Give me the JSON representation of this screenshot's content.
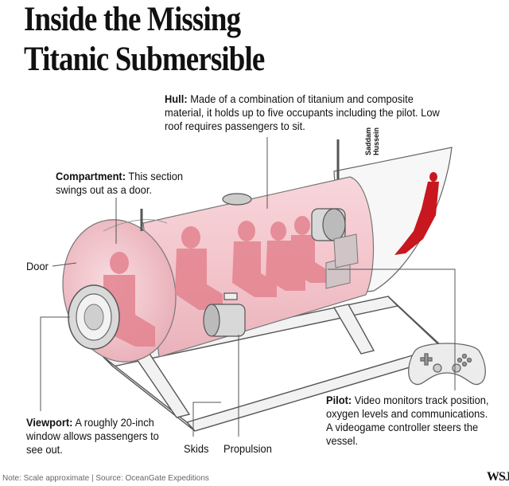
{
  "title": {
    "line1": "Inside the Missing",
    "line2": "Titanic Submersible"
  },
  "callouts": {
    "hull": {
      "label": "Hull:",
      "text": " Made of a combination of titanium and composite material, it holds up to five occupants including the pilot. Low roof requires passengers to sit."
    },
    "compartment": {
      "label": "Compartment:",
      "text": " This section swings out as a door."
    },
    "door": {
      "text": "Door"
    },
    "viewport": {
      "label": "Viewport:",
      "text": " A roughly 20-inch window allows passengers to see out."
    },
    "skids": {
      "text": "Skids"
    },
    "propulsion": {
      "text": "Propulsion"
    },
    "pilot": {
      "label": "Pilot:",
      "text": " Video monitors track position, oxygen levels and communications. A videogame controller steers the vessel."
    }
  },
  "credit": {
    "line1": "Saddam",
    "line2": "Hussein"
  },
  "footnote": "Note: Scale approximate | Source: OceanGate Expeditions",
  "publisher_logo": "WSJ",
  "colors": {
    "hull_fill": "#f4c9cf",
    "occupants": "#e58b95",
    "figure_red": "#c8171f",
    "line": "#555555"
  },
  "icons": {
    "controller": "gamepad-icon",
    "figure": "standing-person-silhouette"
  }
}
